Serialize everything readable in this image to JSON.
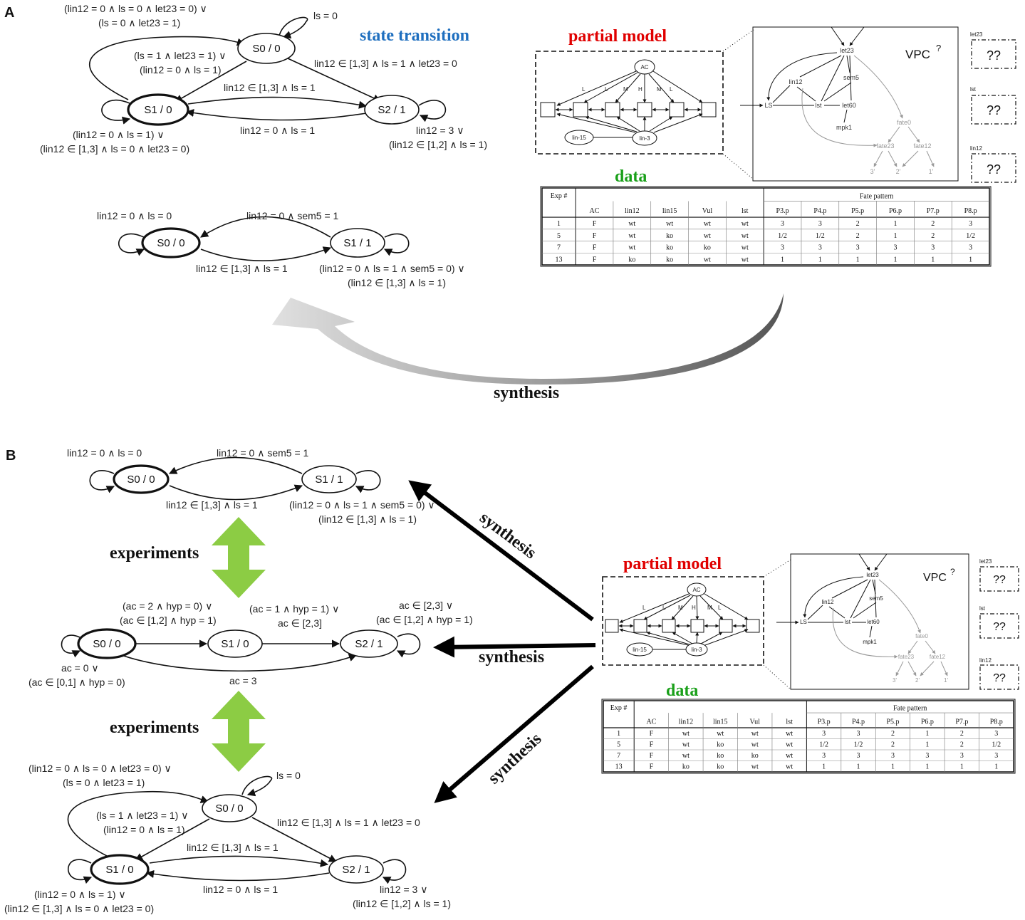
{
  "panels": {
    "a": "A",
    "b": "B"
  },
  "colors": {
    "blue": "#1f6fbf",
    "red": "#e00000",
    "green": "#1aa01a",
    "arrow_green": "#8ccc44"
  },
  "headings": {
    "state_transition": "state transition",
    "partial_model": "partial model",
    "data": "data",
    "synthesis": "synthesis",
    "experiments": "experiments"
  },
  "let23_model": {
    "states": [
      "S0 / 0",
      "S1 / 0",
      "S2 / 1"
    ],
    "loop_s0": "ls = 0",
    "s1_to_s0": [
      "(lin12 = 0 ∧ ls = 0 ∧ let23 = 0) ∨",
      "(ls = 0 ∧ let23 = 1)"
    ],
    "s0_to_s1": [
      "(ls = 1 ∧ let23 = 1) ∨",
      "(lin12 = 0 ∧ ls = 1)"
    ],
    "s0_to_s2": "lin12 ∈ [1,3] ∧ ls = 1 ∧ let23 = 0",
    "s1_to_s2": "lin12 ∈ [1,3] ∧ ls = 1",
    "s2_to_s1": "lin12 = 0 ∧ ls = 1",
    "loop_s1": [
      "(lin12 = 0 ∧ ls = 1) ∨",
      "(lin12 ∈ [1,3] ∧ ls = 0 ∧ let23 = 0)"
    ],
    "loop_s2": [
      "lin12 = 3 ∨",
      "(lin12 ∈ [1,2] ∧ ls = 1)"
    ]
  },
  "lin12_model": {
    "states": [
      "S0 / 0",
      "S1 / 1"
    ],
    "loop_s0": "lin12 = 0 ∧ ls = 0",
    "s1_to_s0": "lin12 = 0 ∧ sem5 = 1",
    "s0_to_s1": "lin12 ∈ [1,3] ∧ ls = 1",
    "loop_s1": [
      "(lin12 = 0 ∧ ls = 1 ∧ sem5 = 0) ∨",
      "(lin12 ∈ [1,3] ∧ ls = 1)"
    ]
  },
  "ls_model": {
    "states": [
      "S0 / 0",
      "S1 / 0",
      "S2 / 1"
    ],
    "s0_to_s1": [
      "(ac = 2 ∧ hyp = 0) ∨",
      "(ac ∈ [1,2] ∧ hyp = 1)"
    ],
    "s1_to_s2": [
      "(ac = 1 ∧ hyp = 1) ∨",
      "ac ∈ [2,3]"
    ],
    "loop_s2": [
      "ac ∈ [2,3] ∨",
      "(ac ∈ [1,2] ∧ hyp = 1)"
    ],
    "loop_s0": [
      "ac = 0 ∨",
      "(ac ∈ [0,1] ∧ hyp = 0)"
    ],
    "s0_to_s2": "ac = 3"
  },
  "partial_model": {
    "ac": "AC",
    "lin15": "lin-15",
    "lin3": "lin-3",
    "edge_labels": [
      "L",
      "L",
      "M",
      "H",
      "M",
      "L"
    ],
    "vpc": "VPC",
    "vpc_mark": "?",
    "inner_nodes": {
      "let23": "let23",
      "lin12": "lin12",
      "sem5": "sem5",
      "ls": "LS",
      "lst": "lst",
      "let60": "let60",
      "mpk1": "mpk1",
      "fate0": "fate0",
      "fate23": "fate23",
      "fate12": "fate12",
      "out3": "3'",
      "out2": "2'",
      "out1": "1'"
    },
    "unknowns": [
      {
        "label": "let23",
        "value": "??"
      },
      {
        "label": "lst",
        "value": "??"
      },
      {
        "label": "lin12",
        "value": "??"
      }
    ]
  },
  "table": {
    "exp_header": "Exp #",
    "fate_header": "Fate pattern",
    "columns": [
      "AC",
      "lin12",
      "lin15",
      "Vul",
      "lst"
    ],
    "fate_columns": [
      "P3.p",
      "P4.p",
      "P5.p",
      "P6.p",
      "P7.p",
      "P8.p"
    ],
    "rows": [
      [
        "1",
        "F",
        "wt",
        "wt",
        "wt",
        "wt",
        "3",
        "3",
        "2",
        "1",
        "2",
        "3"
      ],
      [
        "5",
        "F",
        "wt",
        "ko",
        "wt",
        "wt",
        "1/2",
        "1/2",
        "2",
        "1",
        "2",
        "1/2"
      ],
      [
        "7",
        "F",
        "wt",
        "ko",
        "ko",
        "wt",
        "3",
        "3",
        "3",
        "3",
        "3",
        "3"
      ],
      [
        "13",
        "F",
        "ko",
        "ko",
        "wt",
        "wt",
        "1",
        "1",
        "1",
        "1",
        "1",
        "1"
      ]
    ]
  }
}
